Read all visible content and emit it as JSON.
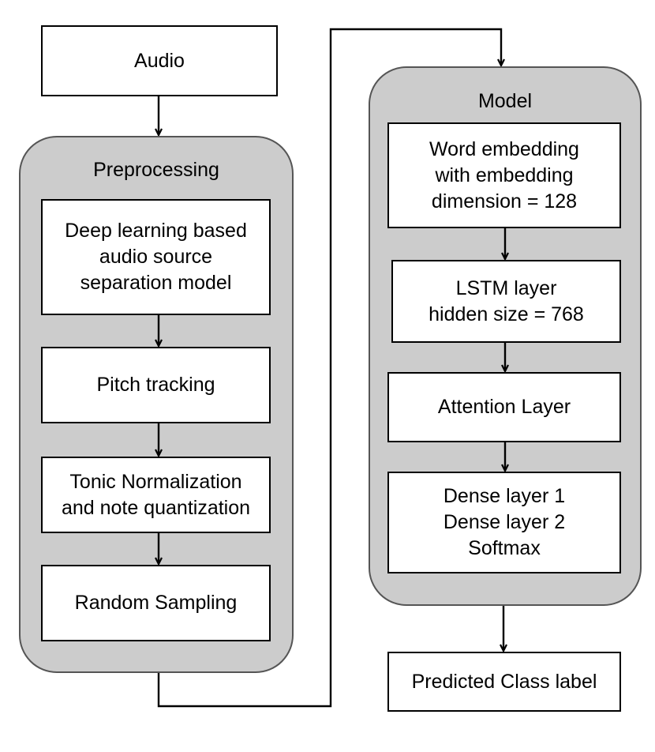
{
  "audio": {
    "label": "Audio"
  },
  "preprocessing": {
    "title": "Preprocessing",
    "steps": [
      {
        "lines": [
          "Deep learning based",
          "audio source",
          "separation model"
        ]
      },
      {
        "lines": [
          "Pitch tracking"
        ]
      },
      {
        "lines": [
          "Tonic Normalization",
          "and note quantization"
        ]
      },
      {
        "lines": [
          "Random Sampling"
        ]
      }
    ]
  },
  "model": {
    "title": "Model",
    "layers": [
      {
        "lines": [
          "Word embedding",
          "with embedding",
          "dimension = 128"
        ]
      },
      {
        "lines": [
          "LSTM layer",
          "hidden size = 768"
        ]
      },
      {
        "lines": [
          "Attention Layer"
        ]
      },
      {
        "lines": [
          "Dense layer 1",
          "Dense layer 2",
          "Softmax"
        ]
      }
    ]
  },
  "output": {
    "label": "Predicted Class label"
  }
}
